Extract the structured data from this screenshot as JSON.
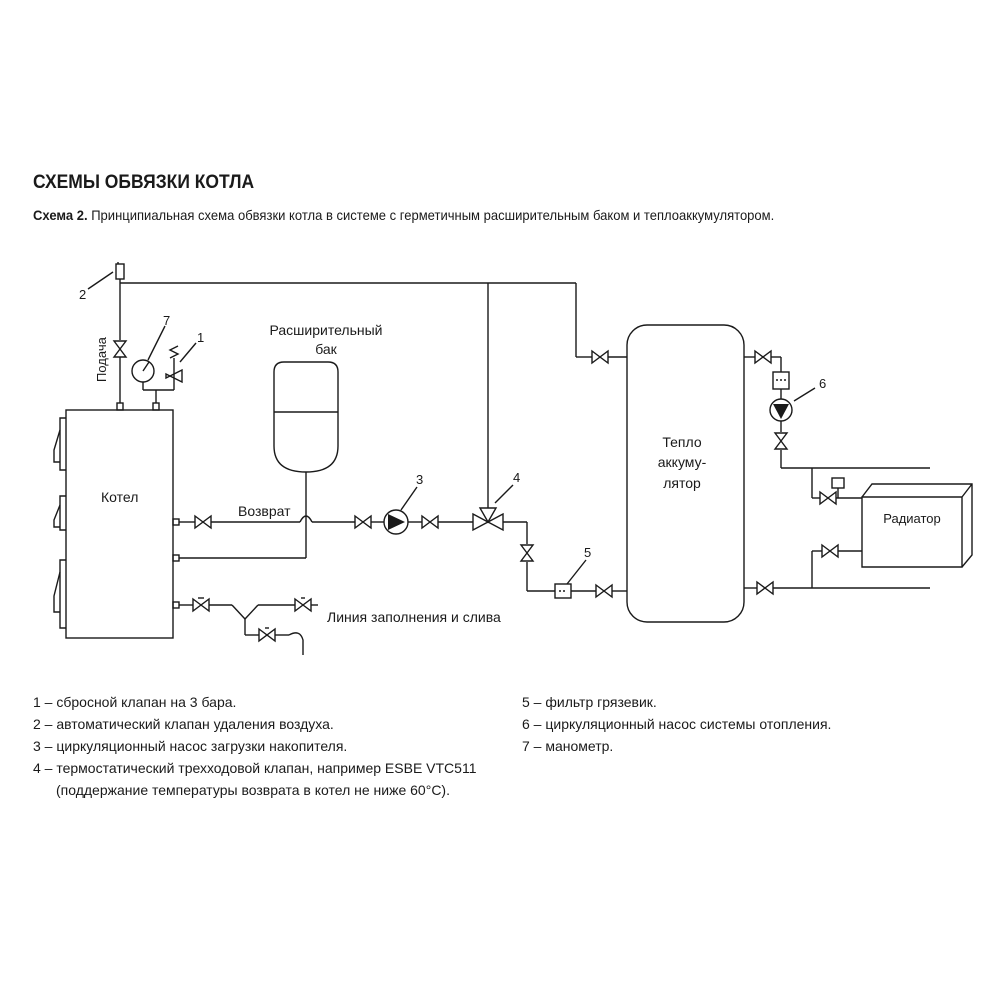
{
  "title": "СХЕМЫ ОБВЯЗКИ КОТЛА",
  "caption": {
    "label": "Схема 2.",
    "text": " Принципиальная схема обвязки котла в системе с герметичным расширительным баком и теплоаккумулятором."
  },
  "labels": {
    "feed": "Подача",
    "return": "Возврат",
    "boiler": "Котел",
    "expansion_tank_line1": "Расширительный",
    "expansion_tank_line2": "бак",
    "accumulator_line1": "Тепло",
    "accumulator_line2": "аккуму-",
    "accumulator_line3": "лятор",
    "radiator": "Радиатор",
    "fill_drain": "Линия заполнения и слива",
    "n1": "1",
    "n2": "2",
    "n3": "3",
    "n4": "4",
    "n5": "5",
    "n6": "6",
    "n7": "7"
  },
  "legend": {
    "left": [
      "1 – сбросной клапан на 3 бара.",
      "2 – автоматический клапан удаления воздуха.",
      "3 – циркуляционный насос загрузки накопителя.",
      "4 – термостатический трехходовой клапан, например ESBE VTC511",
      "(поддержание температуры возврата в котел не ниже 60°C)."
    ],
    "right": [
      "5 – фильтр грязевик.",
      "6 – циркуляционный насос системы отопления.",
      "7 – манометр."
    ]
  }
}
